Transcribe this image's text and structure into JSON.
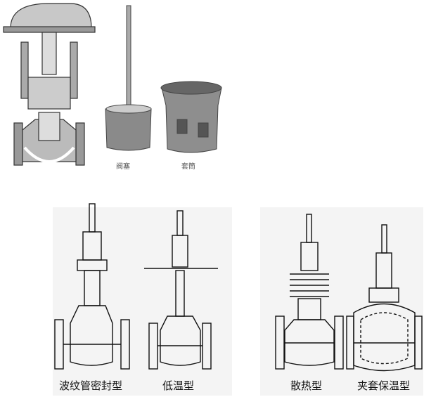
{
  "top": {
    "plug_label": "阀塞",
    "sleeve_label": "套筒"
  },
  "bottom": {
    "bellows_seal_label": "波纹管密封型",
    "low_temp_label": "低温型",
    "heat_dissipation_label": "散热型",
    "jacketed_label": "夹套保温型"
  }
}
